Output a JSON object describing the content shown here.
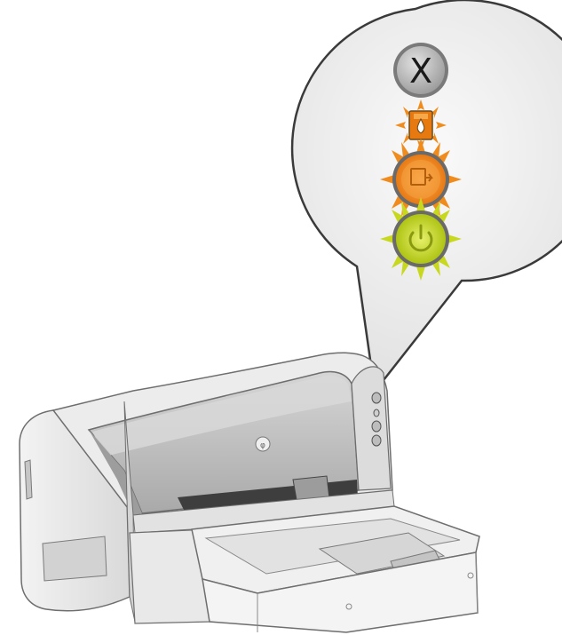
{
  "illustration": {
    "subject": "printer-with-callout",
    "colors": {
      "background": "#ffffff",
      "callout_fill": "#eeeeee",
      "callout_stroke": "#3a3a3a",
      "printer_body": "#e6e6e6",
      "printer_shadow": "#cfcfcf",
      "printer_cover": "#bdbdbd",
      "printer_cover_dark": "#a3a3a3",
      "tray": "#f2f2f2",
      "button_face": "#c9c9c9",
      "button_ring": "#8a8a8a",
      "blink_orange": "#f08c1e",
      "blink_green": "#c8d81e"
    },
    "buttons": [
      {
        "name": "cancel",
        "icon": "x-icon",
        "state": "off"
      },
      {
        "name": "print-cartridge-status",
        "icon": "ink-drop-icon",
        "state": "blinking"
      },
      {
        "name": "resume",
        "icon": "resume-icon",
        "state": "blinking"
      },
      {
        "name": "power",
        "icon": "power-icon",
        "state": "blinking"
      }
    ]
  }
}
